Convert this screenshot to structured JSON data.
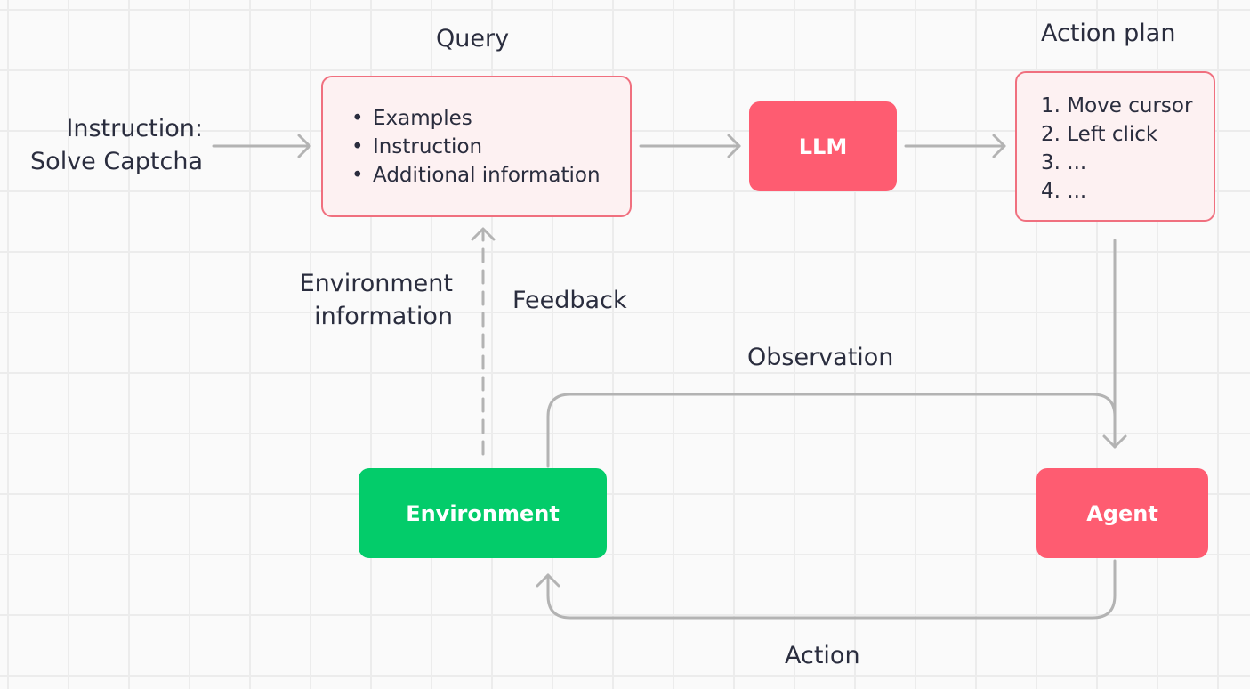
{
  "labels": {
    "query_title": "Query",
    "action_plan_title": "Action plan",
    "instruction_line1": "Instruction:",
    "instruction_line2": "Solve Captcha",
    "env_info_line1": "Environment",
    "env_info_line2": "information",
    "feedback": "Feedback",
    "observation": "Observation",
    "action": "Action"
  },
  "query_items": [
    "Examples",
    "Instruction",
    "Additional information"
  ],
  "action_plan_items": [
    "1. Move cursor",
    "2. Left click",
    "3. ...",
    "4. ..."
  ],
  "nodes": {
    "llm": "LLM",
    "environment": "Environment",
    "agent": "Agent"
  },
  "colors": {
    "primary_pink": "#fe5c71",
    "pink_border": "#f0707f",
    "pink_fill": "#fdf1f2",
    "green": "#03cc6a",
    "arrow_gray": "#b3b3b3",
    "text": "#2a2d3e"
  }
}
